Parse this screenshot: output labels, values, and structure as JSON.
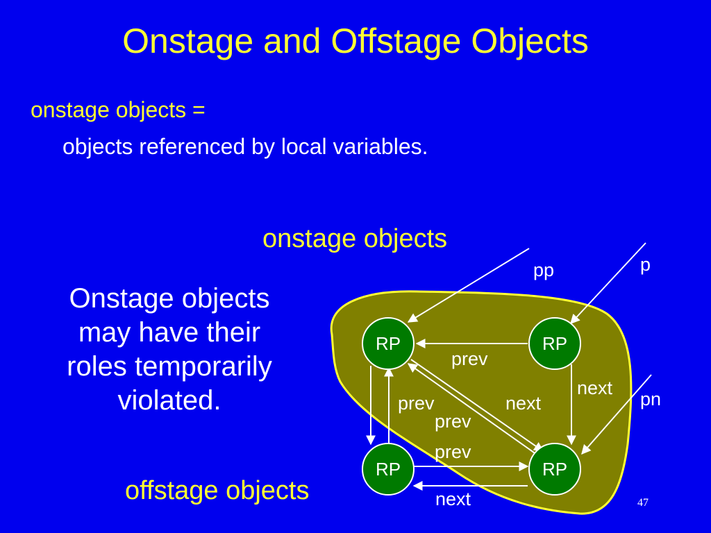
{
  "slide": {
    "title": "Onstage and Offstage Objects",
    "definition_term": "onstage objects =",
    "definition_text": "objects referenced by local variables.",
    "note_lines": [
      "Onstage objects",
      "may have their",
      "roles temporarily",
      "violated."
    ],
    "onstage_label": "onstage objects",
    "offstage_label": "offstage objects",
    "slide_number": "47"
  },
  "diagram": {
    "nodes": {
      "top_left": "RP",
      "top_right": "RP",
      "bottom_left": "RP",
      "bottom_right": "RP"
    },
    "variables": {
      "pp": "pp",
      "p": "p",
      "pn": "pn"
    },
    "edges": {
      "prev_top": "prev",
      "next_right": "next",
      "prev_left": "prev",
      "next_diag": "next",
      "prev_diag1": "prev",
      "prev_diag2": "prev",
      "next_bottom": "next"
    },
    "colors": {
      "background": "#0000ee",
      "region_fill": "#808000",
      "region_stroke": "#ffff33",
      "node_fill": "#007a00",
      "arrow": "#ffffff",
      "accent_text": "#ffff33"
    }
  }
}
